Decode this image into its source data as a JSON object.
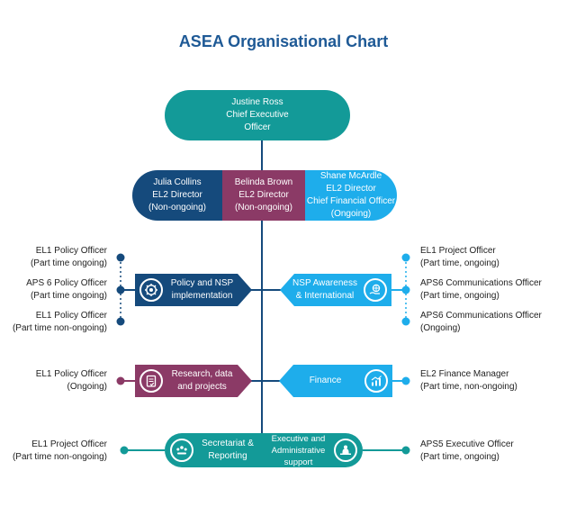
{
  "title": "ASEA Organisational Chart",
  "ceo": {
    "name": "Justine Ross",
    "role_line1": "Chief Executive",
    "role_line2": "Officer"
  },
  "directors": [
    {
      "name": "Julia Collins",
      "role": "EL2 Director",
      "status": "(Non-ongoing)"
    },
    {
      "name": "Belinda Brown",
      "role": "EL2 Director",
      "status": "(Non-ongoing)"
    },
    {
      "name": "Shane McArdle",
      "role": "EL2 Director",
      "role2": "Chief Financial Officer",
      "status": "(Ongoing)"
    }
  ],
  "units": {
    "policy": {
      "line1": "Policy and NSP",
      "line2": "implementation",
      "icon": "gear-head-icon"
    },
    "nsp": {
      "line1": "NSP Awareness",
      "line2": "& International",
      "icon": "hand-globe-icon"
    },
    "research": {
      "line1": "Research, data",
      "line2": "and projects",
      "icon": "clipboard-check-icon"
    },
    "finance": {
      "line1": "Finance",
      "icon": "growth-chart-icon"
    },
    "secretariat": {
      "line1": "Secretariat &",
      "line2": "Reporting",
      "icon": "meeting-group-icon"
    },
    "executive": {
      "line1": "Executive and",
      "line2": "Administrative",
      "line3": "support",
      "icon": "presenter-icon"
    }
  },
  "staff": {
    "policy": [
      {
        "title": "EL1 Policy Officer",
        "status": "(Part time ongoing)"
      },
      {
        "title": "APS 6 Policy Officer",
        "status": "(Part time ongoing)"
      },
      {
        "title": "EL1 Policy Officer",
        "status": "(Part time non-ongoing)"
      }
    ],
    "nsp": [
      {
        "title": "EL1 Project Officer",
        "status": "(Part time, ongoing)"
      },
      {
        "title": "APS6 Communications Officer",
        "status": "(Part time, ongoing)"
      },
      {
        "title": "APS6 Communications Officer",
        "status": "(Ongoing)"
      }
    ],
    "research": [
      {
        "title": "EL1 Policy Officer",
        "status": "(Ongoing)"
      }
    ],
    "finance": [
      {
        "title": "EL2 Finance Manager",
        "status": "(Part time, non-ongoing)"
      }
    ],
    "secretariat": [
      {
        "title": "EL1 Project Officer",
        "status": "(Part time non-ongoing)"
      }
    ],
    "executive": [
      {
        "title": "APS5 Executive Officer",
        "status": "(Part time, ongoing)"
      }
    ]
  },
  "colors": {
    "title": "#1f5a96",
    "teal": "#139a98",
    "navy": "#154a7c",
    "plum": "#8b3a66",
    "sky": "#1eadeb",
    "line": "#154a7c"
  }
}
